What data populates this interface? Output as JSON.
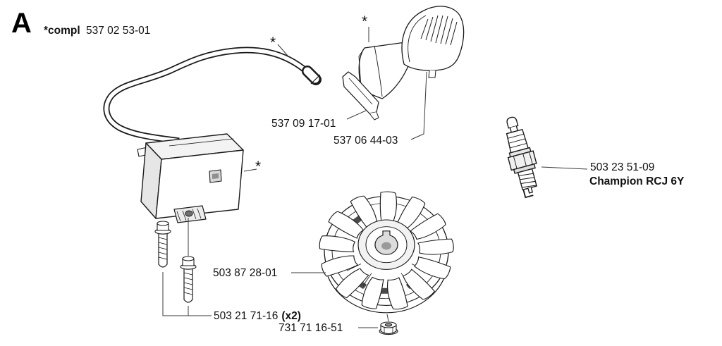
{
  "header": {
    "section_letter": "A",
    "compl_prefix": "*compl",
    "compl_number": "537 02 53-01"
  },
  "parts": {
    "air_guide": {
      "number": "537 09 17-01"
    },
    "cover": {
      "number": "537 06 44-03"
    },
    "spark_plug": {
      "number": "503 23 51-09",
      "name": "Champion RCJ 6Y"
    },
    "flywheel": {
      "number": "503 87 28-01"
    },
    "screw": {
      "number": "503 21 71-16",
      "qty": "(x2)"
    },
    "nut": {
      "number": "731 71 16-51"
    }
  },
  "markers": {
    "asterisk": "*"
  },
  "colors": {
    "background": "#ffffff",
    "line": "#1a1a1a"
  }
}
